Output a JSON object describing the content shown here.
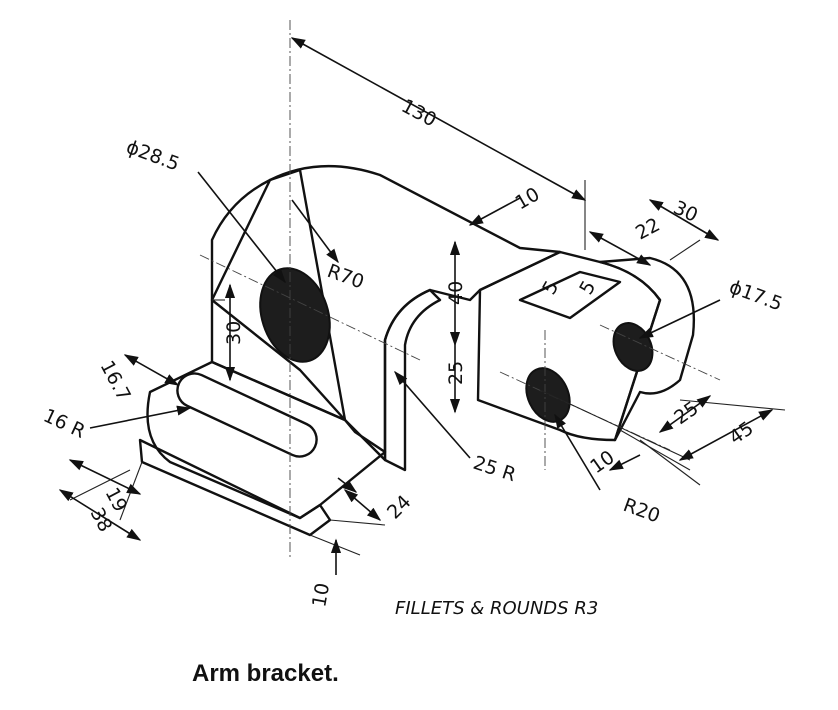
{
  "caption": "Arm bracket.",
  "note": "FILLETS & ROUNDS R3",
  "dimensions": {
    "overall_length": "130",
    "hole_diameter": "ϕ28.5",
    "arm_radius": "R70",
    "web_thickness": "10",
    "clevis_width": "30",
    "clevis_gap": "22",
    "clevis_hole_diameter": "ϕ17.5",
    "arm_height": "40",
    "lower_offset": "25",
    "inner_fillet": "25 R",
    "upright_height": "30",
    "slot_offset": "16.7",
    "slot_radius": "16 R",
    "slot_width": "19",
    "base_width": "38",
    "base_thickness": "10",
    "base_depth": "24",
    "clevis_length": "45",
    "clevis_hole_offset": "25",
    "clevis_lug": "10",
    "clevis_radius": "R20",
    "slot_thickness_a": "5",
    "slot_thickness_b": "5"
  },
  "colors": {
    "ink": "#111111",
    "shade_dark": "#4a4a4a",
    "shade_light": "#cfcfcf"
  }
}
